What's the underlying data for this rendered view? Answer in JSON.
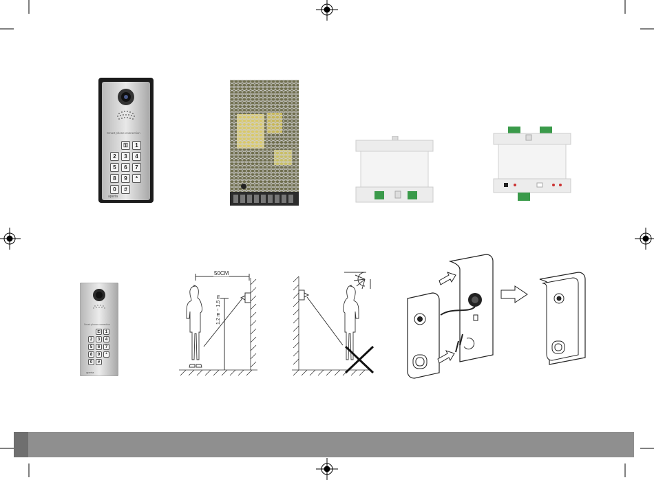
{
  "panel_top": {
    "brand_caption": "Smart phone connection",
    "brand_logo": "aperta",
    "keypad_keys": [
      "1",
      "2",
      "3",
      "4",
      "5",
      "6",
      "7",
      "8",
      "9",
      "*",
      "0",
      "#"
    ]
  },
  "panel_small": {
    "brand_caption": "Smart phone connection",
    "brand_logo": "aperta",
    "keypad_keys": [
      "1",
      "2",
      "3",
      "4",
      "5",
      "6",
      "7",
      "8",
      "9",
      "*",
      "0",
      "#"
    ]
  },
  "diagram_height": {
    "distance_label": "50CM",
    "height_label": "1.2 m ~ 1.5 m"
  },
  "icons": {
    "registration_marks": "crosshair-icon",
    "wrong_mark": "cross-icon",
    "sun": "sun-icon",
    "arrow": "arrow-right-icon"
  },
  "colors": {
    "footer_bar": "#8f8f8f",
    "footer_tab": "#6f6f6f",
    "terminal_green": "#3a9a4a",
    "psu_pcb": "#7a7a52"
  }
}
